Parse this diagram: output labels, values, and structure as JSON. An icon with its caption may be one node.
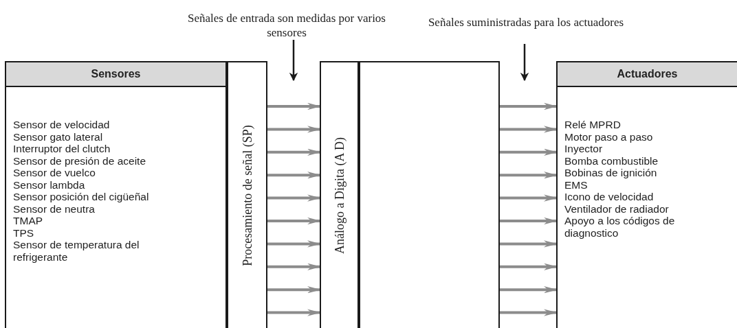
{
  "diagram": {
    "nodes": [
      {
        "text": [
          "Señales de entrada son medidas por varios sensores"
        ]
      },
      {
        "text": [
          "Señales suministradas para los actuadores"
        ]
      },
      {
        "text": [
          "Sensores",
          "Sensor de velocidad",
          "Sensor gato lateral",
          "Interruptor del clutch",
          "Sensor de presión de aceite",
          "Sensor de vuelco",
          "Sensor lambda",
          "Sensor posición del cigüeñal",
          "Sensor de neutra",
          "TMAP",
          "TPS",
          "Sensor de temperatura del refrigerante"
        ]
      },
      {
        "text": [
          "Procesamiento de señal (SP)"
        ]
      },
      {
        "text": [
          "Análogo a Digita (A D)"
        ]
      },
      {
        "text": [],
        "shape": "box"
      },
      {
        "text": [
          "Actuadores",
          "Relé MPRD",
          "Motor paso a paso",
          "Inyector",
          "Bomba combustible",
          "Bobinas de ignición",
          "EMS",
          "Icono de velocidad",
          "Ventilador de radiador",
          "Apoyo a los códigos de diagnostico"
        ]
      }
    ],
    "edges": [
      {
        "from": 0,
        "to": null,
        "arrow": "to",
        "color": "#1a1a1a"
      },
      {
        "from": 1,
        "to": null,
        "arrow": "to",
        "color": "#1a1a1a"
      },
      {
        "from": 3,
        "to": 4,
        "arrow": "to"
      },
      {
        "from": 3,
        "to": 4,
        "arrow": "to"
      },
      {
        "from": 3,
        "to": 4,
        "arrow": "to"
      },
      {
        "from": 3,
        "to": 4,
        "arrow": "to"
      },
      {
        "from": 3,
        "to": 4,
        "arrow": "to"
      },
      {
        "from": 3,
        "to": 4,
        "arrow": "to"
      },
      {
        "from": 3,
        "to": 4,
        "arrow": "to"
      },
      {
        "from": 3,
        "to": 4,
        "arrow": "to"
      },
      {
        "from": 3,
        "to": 4,
        "arrow": "to"
      },
      {
        "from": 3,
        "to": 4,
        "arrow": "to"
      },
      {
        "from": 5,
        "to": 6,
        "arrow": "to"
      },
      {
        "from": 5,
        "to": 6,
        "arrow": "to"
      },
      {
        "from": 5,
        "to": 6,
        "arrow": "to"
      },
      {
        "from": 5,
        "to": 6,
        "arrow": "to"
      },
      {
        "from": 5,
        "to": 6,
        "arrow": "to"
      },
      {
        "from": 5,
        "to": 6,
        "arrow": "to"
      },
      {
        "from": 5,
        "to": 6,
        "arrow": "to"
      },
      {
        "from": 5,
        "to": 6,
        "arrow": "to"
      },
      {
        "from": 5,
        "to": 6,
        "arrow": "to"
      },
      {
        "from": 5,
        "to": 6,
        "arrow": "to"
      }
    ]
  }
}
